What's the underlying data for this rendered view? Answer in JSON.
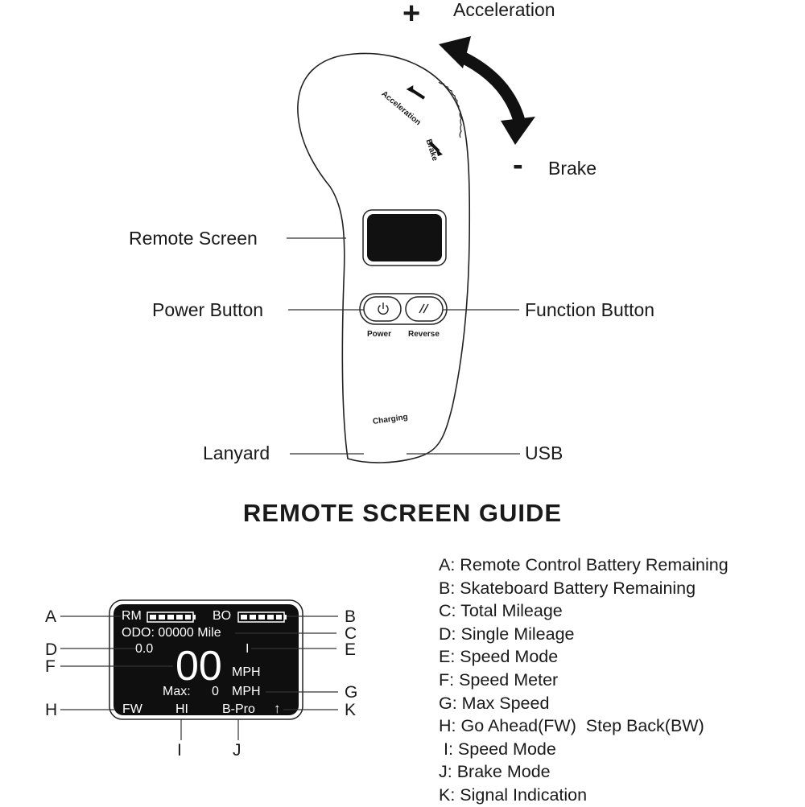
{
  "top": {
    "plus_symbol": "+",
    "minus_symbol": "-",
    "acceleration": "Acceleration",
    "brake": "Brake",
    "remote_screen": "Remote Screen",
    "power_button": "Power Button",
    "function_button": "Function Button",
    "lanyard": "Lanyard",
    "usb": "USB",
    "body_acceleration": "Acceleration",
    "body_brake": "Brake",
    "power_caption": "Power",
    "reverse_caption": "Reverse",
    "charging": "Charging"
  },
  "guide": {
    "title": "REMOTE SCREEN GUIDE",
    "screen": {
      "rm": "RM",
      "bo": "BO",
      "odo": "ODO: 00000 Mile",
      "single": "0.0",
      "mode_indicator": "I",
      "speed": "00",
      "speed_unit": "MPH",
      "max_label": "Max:",
      "max_value": "0",
      "max_unit": "MPH",
      "direction": "FW",
      "speed_mode": "HI",
      "brake_mode": "B-Pro",
      "signal": "↑"
    },
    "callouts": {
      "a": "A",
      "b": "B",
      "c": "C",
      "d": "D",
      "e": "E",
      "f": "F",
      "g": "G",
      "h": "H",
      "i": "I",
      "j": "J",
      "k": "K"
    },
    "legend": [
      "A: Remote Control Battery Remaining",
      "B: Skateboard Battery Remaining",
      "C: Total Mileage",
      "D: Single Mileage",
      "E: Speed Mode",
      "F: Speed Meter",
      "G: Max Speed",
      "H: Go Ahead(FW)  Step Back(BW)",
      " I: Speed Mode",
      "J: Brake Mode",
      "K: Signal Indication"
    ]
  }
}
